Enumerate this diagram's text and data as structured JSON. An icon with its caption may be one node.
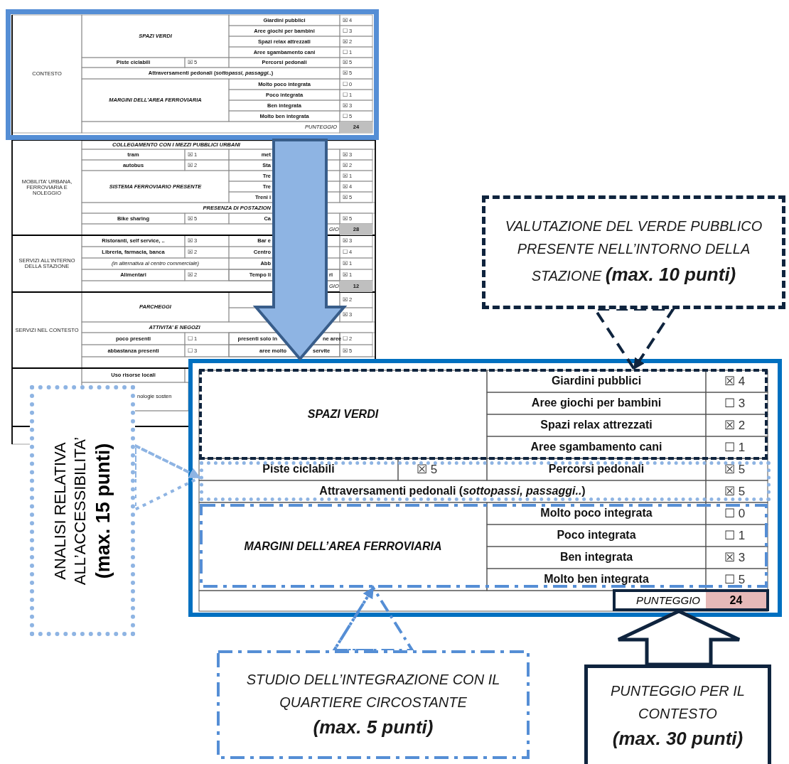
{
  "diagram": {
    "nodes": [
      {
        "text": [],
        "shape": "box"
      },
      {
        "text": [],
        "shape": "box"
      },
      {
        "text": [],
        "shape": "box",
        "in": 1
      },
      {
        "text": [],
        "shape": "box",
        "in": 1
      },
      {
        "text": [],
        "shape": "box",
        "in": 1
      },
      {
        "text": [
          "PUNTEGGIO",
          "24"
        ],
        "in": 1
      },
      {
        "text": [
          "VALUTAZIONE DEL VERDE PUBBLICO PRESENTE NELL’INTORNO DELLA STAZIONE **(max. 10 punti)**"
        ]
      },
      {
        "text": [
          "ANALISI RELATIVA ALL’ACCESSIBILITA’",
          "(max. 15 punti)"
        ]
      },
      {
        "text": [
          "STUDIO DELL’INTEGRAZIONE CON IL QUARTIERE CIRCOSTANTE",
          "(max. 5 punti)"
        ]
      },
      {
        "text": [
          "PUNTEGGIO PER IL CONTESTO",
          "(max. 30 punti)"
        ]
      }
    ],
    "edges": [
      {
        "from": 0,
        "to": 1,
        "arrow": "to",
        "style": "thick",
        "color": "#8eb4e3"
      },
      {
        "from": 6,
        "to": 2,
        "arrow": "to",
        "style": "dashed",
        "color": "#0f243e"
      },
      {
        "from": 7,
        "to": 3,
        "arrow": "to",
        "style": "dashed",
        "color": "#8eb4e3"
      },
      {
        "from": 8,
        "to": 4,
        "arrow": "to",
        "style": "dashed",
        "color": "#558ed5"
      },
      {
        "from": 9,
        "to": 5,
        "arrow": "to",
        "color": "#0f243e"
      }
    ],
    "labels": [
      "CONTESTO",
      "SPAZI VERDI",
      "Giardini pubblici",
      "☒ 4",
      "Aree giochi per bambini",
      "☐ 3",
      "Spazi relax attrezzati",
      "☒ 2",
      "Aree sgambamento cani",
      "☐ 1",
      "Piste ciclabili",
      "☒ 5",
      "Percorsi pedonali",
      "☒ 5",
      "Attraversamenti pedonali (*sottopassi, passaggi..*)",
      "☒ 5",
      "MARGINI DELL’AREA FERROVIARIA",
      "Molto poco integrata",
      "☐ 0",
      "Poco integrata",
      "☐ 1",
      "Ben integrata",
      "☒ 3",
      "Molto ben integrata",
      "☐ 5",
      "PUNTEGGIO",
      "24",
      "MOBILITA’ URBANA, FERROVIARIA E NOLEGGIO",
      "COLLEGAMENTO CON I MEZZI PUBBLICI URBANI",
      "tram",
      "☒ 1",
      "met",
      "☒ 3",
      "autobus",
      "☒ 2",
      "Sta",
      "☒ 2",
      "SISTEMA FERROVIARIO PRESENTE",
      "Tre",
      "☒ 1",
      "Tre",
      "☒ 4",
      "Treni i",
      "☒ 5",
      "PRESENZA DI POSTAZION",
      "Bike sharing",
      "☒ 5",
      "Ca",
      "☒ 5",
      "GIO",
      "28",
      "SERVIZI ALL’INTERNO DELLA STAZIONE",
      "Ristoranti, self service, ..",
      "☒ 3",
      "Bar e",
      "☒ 3",
      "Libreria, farmacia, banca",
      "☒ 2",
      "Centro",
      "☐ 4",
      "(in alternativa al centro commerciale)",
      "Abb",
      "☒ 1",
      "Alimentari",
      "☒ 2",
      "Tempo li",
      "ri",
      "☒ 1",
      "GIO",
      "12",
      "SERVIZI NEL CONTESTO",
      "PARCHEGGI",
      "☒ 2",
      "☒ 3",
      "ATTIVITA’ E NEGOZI",
      "poco presenti",
      "☐ 1",
      "presenti solo in",
      "ne aree",
      "☐ 2",
      "abbastanza presenti",
      "☐ 3",
      "aree molto",
      "servite",
      "☒ 5",
      "Uso risorse locali",
      "nologie sosten",
      "SPAZI VERDI",
      "Giardini pubblici",
      "☒ 4",
      "Aree giochi per bambini",
      "☐ 3",
      "Spazi relax attrezzati",
      "☒ 2",
      "Aree sgambamento cani",
      "☐ 1",
      "Piste ciclabili",
      "☒ 5",
      "Percorsi pedonali",
      "☒ 5",
      "Attraversamenti pedonali (*sottopassi, passaggi..*)",
      "☒ 5",
      "MARGINI DELL’AREA FERROVIARIA",
      "Molto poco integrata",
      "☐ 0",
      "Poco integrata",
      "☐ 1",
      "Ben integrata",
      "☒ 3",
      "Molto ben integrata",
      "☐ 5"
    ]
  }
}
